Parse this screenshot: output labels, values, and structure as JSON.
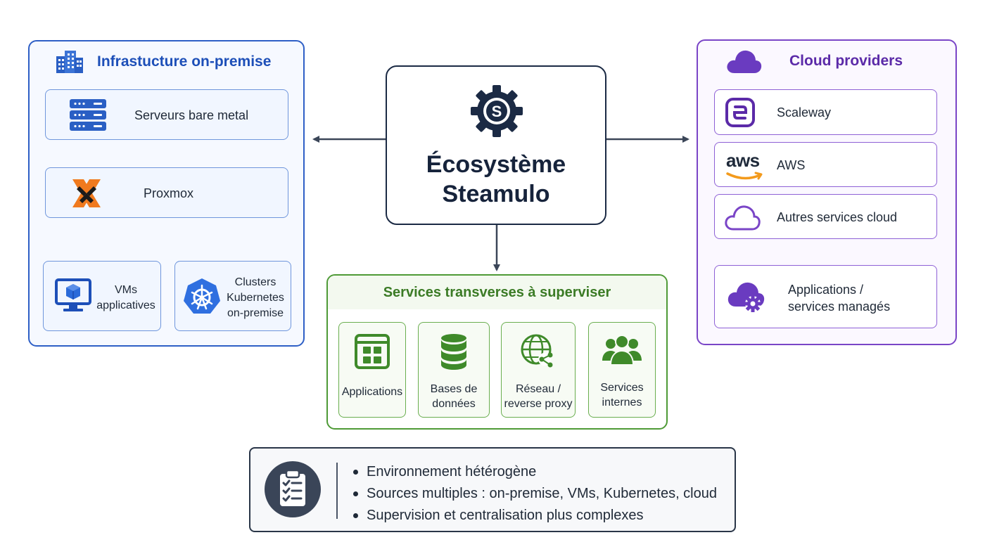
{
  "center": {
    "title_line1": "Écosystème",
    "title_line2": "Steamulo",
    "logo_letter": "S"
  },
  "on_premise": {
    "title": "Infrastucture on-premise",
    "items": {
      "bare_metal": "Serveurs bare metal",
      "proxmox": "Proxmox",
      "vms_line1": "VMs",
      "vms_line2": "applicatives",
      "k8s_line1": "Clusters",
      "k8s_line2": "Kubernetes",
      "k8s_line3": "on-premise"
    }
  },
  "cloud": {
    "title": "Cloud providers",
    "items": {
      "scaleway": "Scaleway",
      "aws_logo": "aws",
      "aws": "AWS",
      "other": "Autres services cloud",
      "managed_line1": "Applications /",
      "managed_line2": "services managés"
    }
  },
  "services": {
    "title": "Services transverses à superviser",
    "items": {
      "apps": "Applications",
      "db_line1": "Bases de",
      "db_line2": "données",
      "net_line1": "Réseau /",
      "net_line2": "reverse proxy",
      "internal_line1": "Services",
      "internal_line2": "internes"
    }
  },
  "notes": [
    "Environnement hétérogène",
    "Sources multiples : on-premise, VMs, Kubernetes, cloud",
    "Supervision et centralisation plus complexes"
  ],
  "colors": {
    "blue": "#2e5fc6",
    "purple": "#7a45c7",
    "green": "#4e9a36",
    "navy": "#1b2a44",
    "proxmox_orange": "#f07a1e"
  },
  "icons": {
    "on_premise": "building-icon",
    "bare_metal": "server-rack-icon",
    "proxmox": "proxmox-logo",
    "vms": "monitor-cube-icon",
    "k8s": "kubernetes-logo",
    "cloud": "cloud-icon",
    "scaleway": "scaleway-logo",
    "aws": "aws-logo",
    "other_cloud": "cloud-outline-icon",
    "managed": "cloud-gear-icon",
    "apps": "app-window-icon",
    "db": "database-icon",
    "net": "globe-network-icon",
    "internal": "users-icon",
    "notes": "clipboard-checklist-icon",
    "center": "gear-logo"
  }
}
